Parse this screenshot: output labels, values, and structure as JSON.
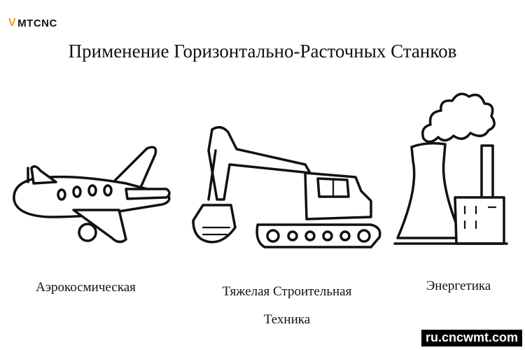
{
  "logo": {
    "text": "MTCNC",
    "mark": "V"
  },
  "title": "Применение Горизонтально-Расточных Станков",
  "items": [
    {
      "icon": "airplane-icon",
      "caption": "Аэрокосмическая"
    },
    {
      "icon": "excavator-icon",
      "caption_line1": "Тяжелая Строительная",
      "caption_line2": "Техника"
    },
    {
      "icon": "power-plant-icon",
      "caption": "Энергетика"
    }
  ],
  "watermark": "ru.cncwmt.com",
  "colors": {
    "logo_accent": "#e8a21a",
    "ink": "#111111",
    "background": "#ffffff"
  }
}
